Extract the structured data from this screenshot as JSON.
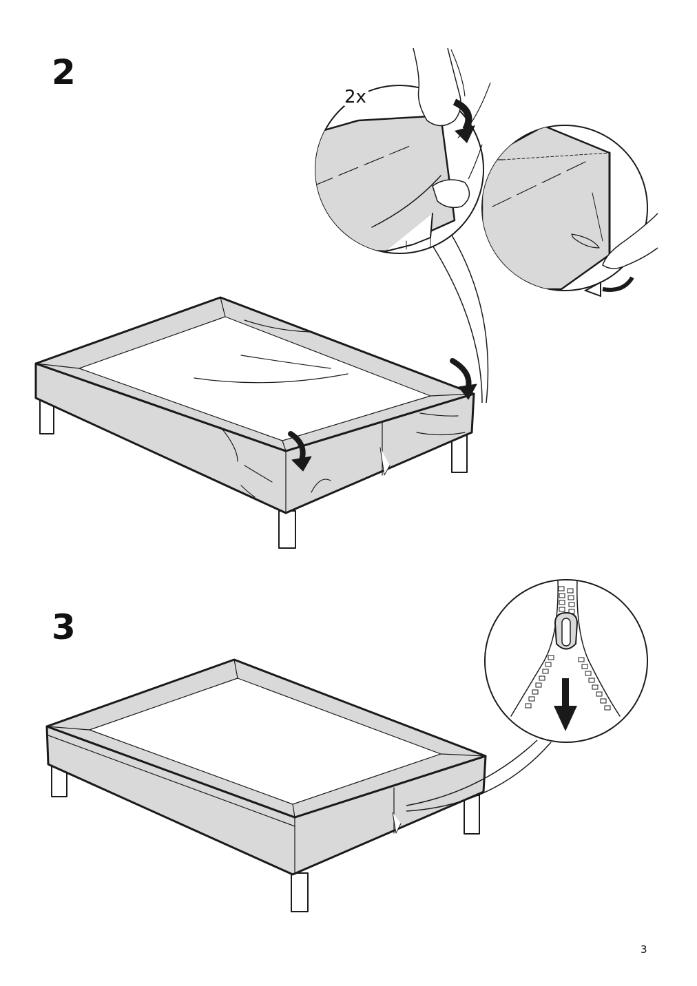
{
  "steps": [
    {
      "number": "2",
      "multiplier": "2x"
    },
    {
      "number": "3"
    }
  ],
  "page_number": "3",
  "colors": {
    "fabric": "#d9d9d9",
    "outline": "#1a1a1a",
    "background": "#ffffff"
  }
}
